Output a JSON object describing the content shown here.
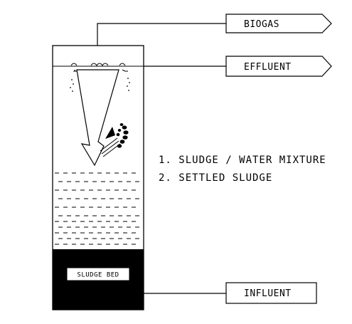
{
  "labels": {
    "biogas": "BIOGAS",
    "effluent": "EFFLUENT",
    "influent": "INFLUENT",
    "sludge_bed": "SLUDGE BED"
  },
  "legend": [
    "1. SLUDGE / WATER MIXTURE",
    "2. SETTLED SLUDGE"
  ],
  "colors": {
    "line": "#000000",
    "sludge_bed_fill": "#000000",
    "background": "#ffffff"
  }
}
